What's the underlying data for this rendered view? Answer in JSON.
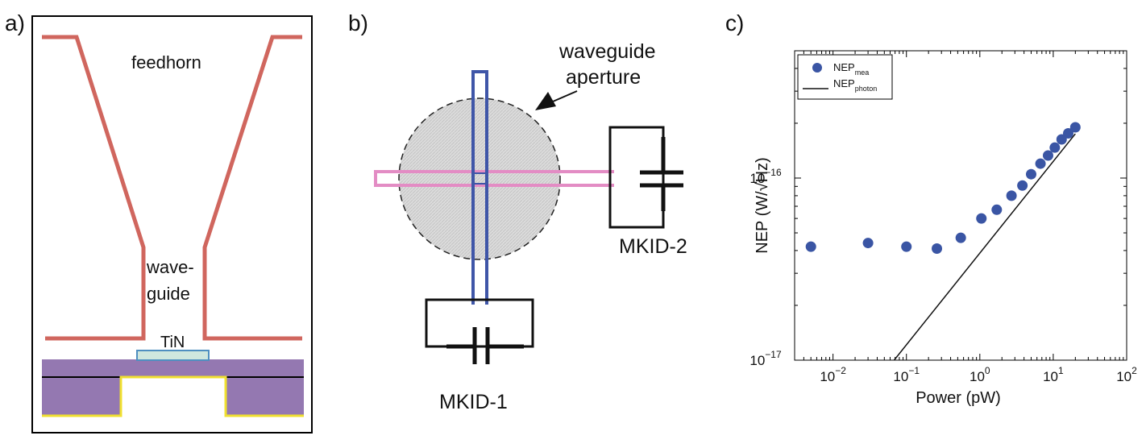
{
  "panels": {
    "a": {
      "label": "a)",
      "feedhorn_label": "feedhorn",
      "waveguide_label_line1": "wave-",
      "waveguide_label_line2": "guide",
      "tin_label": "TiN",
      "colors": {
        "horn": "#d0665e",
        "substrate": "#9478b1",
        "tin": "#cfe7de",
        "tin_border": "#4f8fc0",
        "yellow": "#f0e030"
      }
    },
    "b": {
      "label": "b)",
      "aperture_label_line1": "waveguide",
      "aperture_label_line2": "aperture",
      "mkid1_label": "MKID-1",
      "mkid2_label": "MKID-2",
      "colors": {
        "blue_line": "#3f56a8",
        "pink_line": "#e38cc4",
        "aperture_fill": "#d8d8d8"
      }
    },
    "c": {
      "label": "c)"
    }
  },
  "chart_data": {
    "type": "scatter",
    "xlabel": "Power (pW)",
    "ylabel": "NEP (W/√Hz)",
    "xscale": "log",
    "yscale": "log",
    "xlim": [
      0.003,
      100
    ],
    "ylim": [
      1e-17,
      5e-16
    ],
    "x_ticks": [
      {
        "base": "10",
        "exp": "−2",
        "value": 0.01
      },
      {
        "base": "10",
        "exp": "−1",
        "value": 0.1
      },
      {
        "base": "10",
        "exp": "0",
        "value": 1
      },
      {
        "base": "10",
        "exp": "1",
        "value": 10
      },
      {
        "base": "10",
        "exp": "2",
        "value": 100
      }
    ],
    "y_ticks": [
      {
        "base": "10",
        "exp": "−17",
        "value": 1e-17
      },
      {
        "base": "10",
        "exp": "−16",
        "value": 1e-16
      }
    ],
    "legend": {
      "placement": "top-left",
      "entries": [
        {
          "base": "NEP",
          "sub": "mea",
          "marker": "dot"
        },
        {
          "base": "NEP",
          "sub": "photon",
          "marker": "line"
        }
      ]
    },
    "series": [
      {
        "name": "NEP_mea",
        "marker": "dot",
        "color": "#3a55a4",
        "points": [
          [
            0.005,
            4.2e-17
          ],
          [
            0.03,
            4.4e-17
          ],
          [
            0.1,
            4.2e-17
          ],
          [
            0.26,
            4.1e-17
          ],
          [
            0.55,
            4.7e-17
          ],
          [
            1.05,
            6e-17
          ],
          [
            1.7,
            6.7e-17
          ],
          [
            2.7,
            8e-17
          ],
          [
            3.8,
            9.1e-17
          ],
          [
            5.0,
            1.05e-16
          ],
          [
            6.7,
            1.2e-16
          ],
          [
            8.5,
            1.33e-16
          ],
          [
            10.5,
            1.47e-16
          ],
          [
            13.0,
            1.63e-16
          ],
          [
            16.0,
            1.76e-16
          ],
          [
            20.0,
            1.9e-16
          ]
        ]
      },
      {
        "name": "NEP_photon",
        "marker": "line",
        "color": "#111111",
        "points": [
          [
            0.068,
            1e-17
          ],
          [
            20.0,
            1.75e-16
          ]
        ]
      }
    ]
  }
}
